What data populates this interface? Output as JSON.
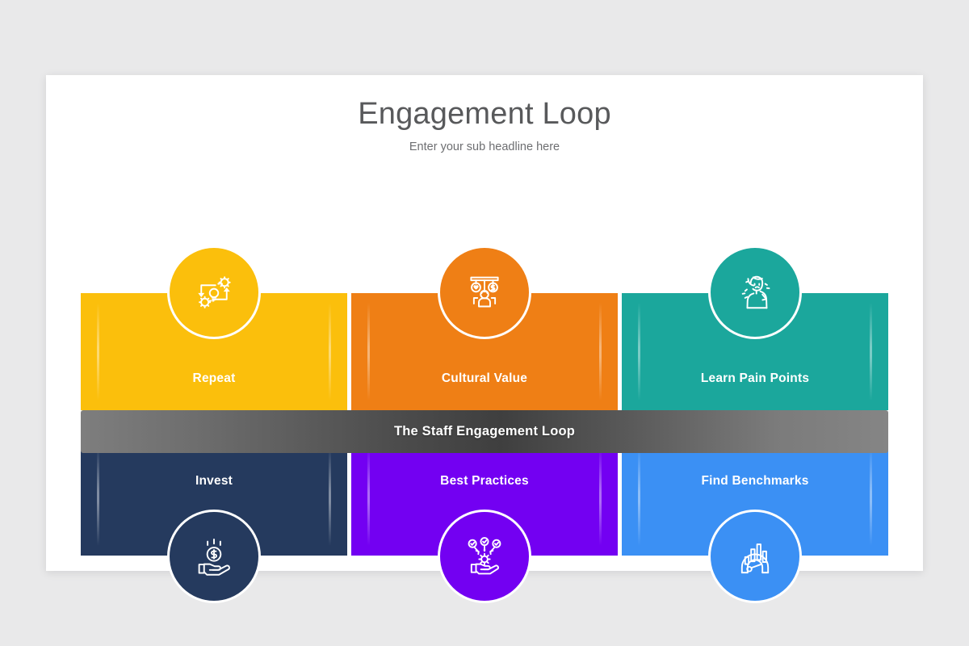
{
  "header": {
    "title": "Engagement Loop",
    "subtitle": "Enter your sub headline here"
  },
  "center_band": {
    "label": "The Staff Engagement Loop",
    "color_left": "#7e7e7e",
    "color_center": "#3f3f3f",
    "color_right": "#858585"
  },
  "colors": {
    "background": "#e9e9ea",
    "slide": "#ffffff",
    "title": "#58595b",
    "subtitle": "#6d6e71",
    "label": "#ffffff"
  },
  "top_row": [
    {
      "label": "Repeat",
      "color": "#fbbf0c",
      "icon": "repeat-cycle-gears-idea-icon"
    },
    {
      "label": "Cultural Value",
      "color": "#ef7f15",
      "icon": "balance-scale-heart-money-person-icon"
    },
    {
      "label": "Learn Pain Points",
      "color": "#1ba79c",
      "icon": "person-neck-pain-icon"
    }
  ],
  "bottom_row": [
    {
      "label": "Invest",
      "color": "#253a5e",
      "icon": "hand-holding-dollar-coin-icon"
    },
    {
      "label": "Best Practices",
      "color": "#7300f2",
      "icon": "hand-gear-checkmarks-icon"
    },
    {
      "label": "Find Benchmarks",
      "color": "#3b90f4",
      "icon": "gauge-bar-chart-icon"
    }
  ]
}
